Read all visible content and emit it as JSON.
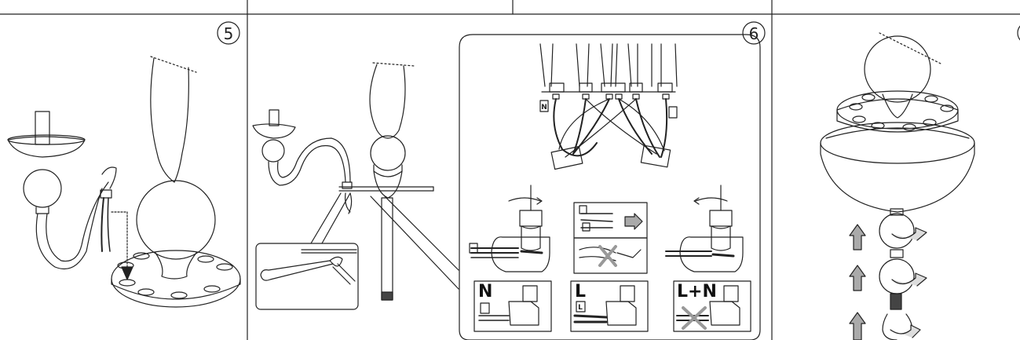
{
  "steps": [
    {
      "number": "5"
    },
    {
      "number": "6"
    }
  ],
  "wiring": {
    "wire_tag_neutral": "N",
    "wire_tag_line": "L",
    "boxes": [
      {
        "label": "N"
      },
      {
        "label": "L"
      },
      {
        "label": "L+N"
      }
    ]
  },
  "colors": {
    "line": "#222222",
    "arrow_fill": "#aaaaaa",
    "cross": "#999999",
    "shade": "#dddddd"
  }
}
